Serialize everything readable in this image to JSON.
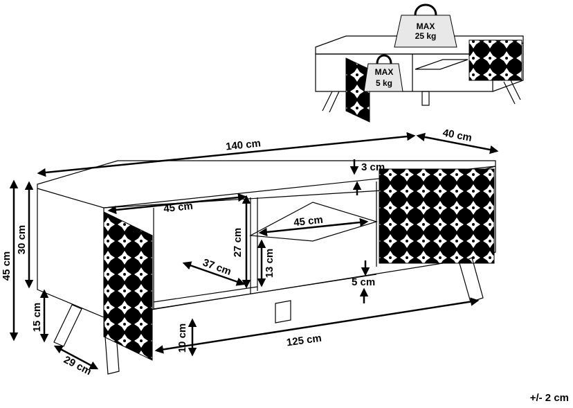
{
  "labels": {
    "width_total": "140 cm",
    "depth_total": "40 cm",
    "height_total": "45 cm",
    "cabinet_height": "30 cm",
    "leg_height": "15 cm",
    "leg_depth": "29 cm",
    "inner_width_left": "45 cm",
    "inner_height_left": "27 cm",
    "inner_depth_left": "37 cm",
    "shelf_width": "45 cm",
    "shelf_gap": "13 cm",
    "top_gap": "3 cm",
    "bottom_gap": "5 cm",
    "floor_clearance": "10 cm",
    "base_width": "125 cm"
  },
  "load_top": {
    "line1": "MAX",
    "line2": "25 kg"
  },
  "load_shelf": {
    "line1": "MAX",
    "line2": "5 kg"
  },
  "tolerance": "+/- 2 cm"
}
